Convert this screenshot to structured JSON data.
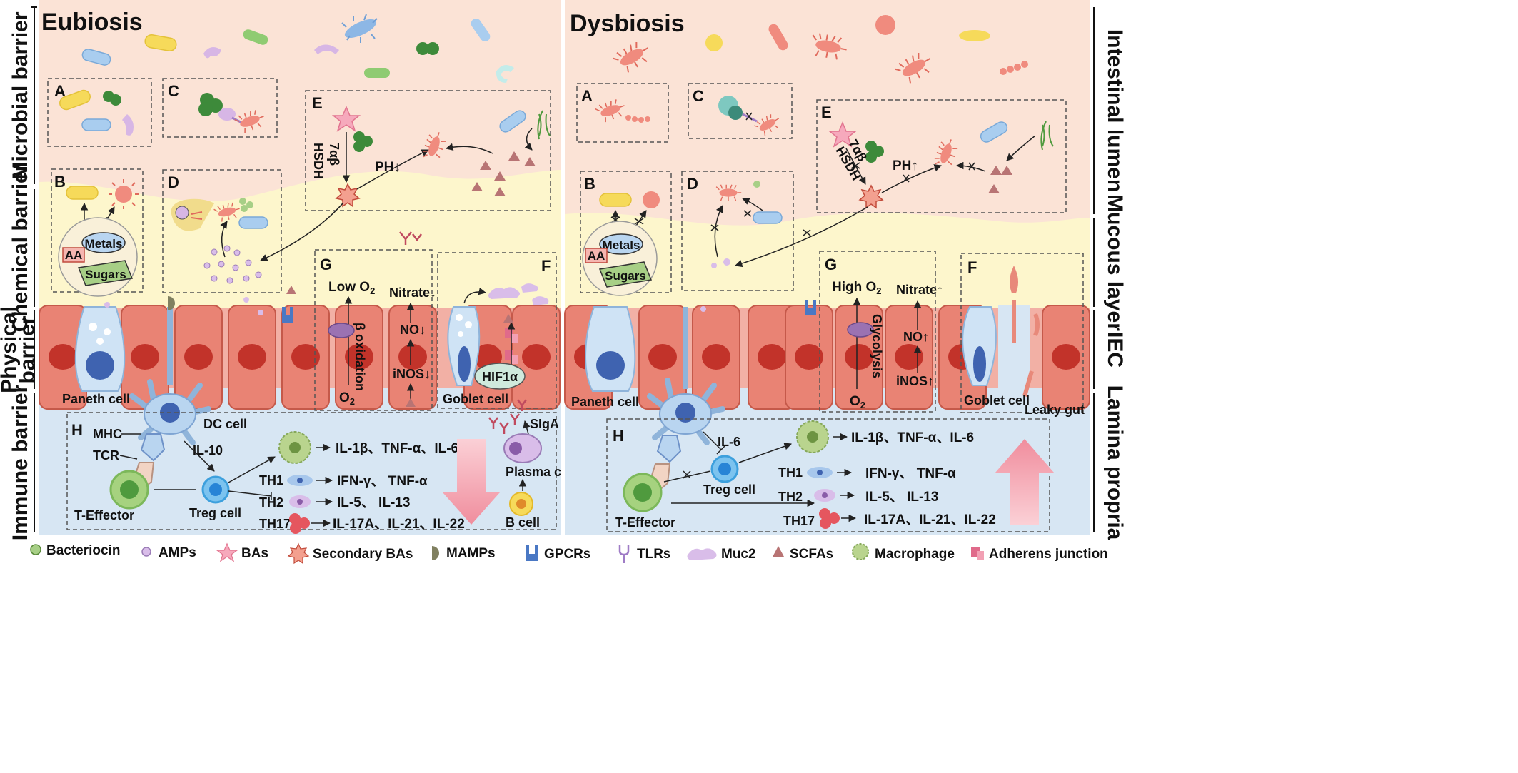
{
  "left_panel": {
    "title": "Eubiosis",
    "box_letters": {
      "A": "A",
      "B": "B",
      "C": "C",
      "D": "D",
      "E": "E",
      "F": "F",
      "G": "G",
      "H": "H"
    },
    "b_items": {
      "metals": "Metals",
      "aa": "AA",
      "sugars": "Sugars"
    },
    "e_enzyme_1": "7αβ",
    "e_enzyme_2": "HSDH",
    "e_ph": "PH↓",
    "g_low_o2": "Low O",
    "g_o2": "O",
    "g_sub": "2",
    "g_beta": "β oxidation",
    "g_nitrate": "Nitrate↓",
    "g_no": "NO↓",
    "g_inos": "iNOS↓",
    "f_hif": "HIF1α",
    "goblet": "Goblet cell",
    "paneth": "Paneth cell",
    "dc": "DC cell",
    "mhc": "MHC",
    "tcr": "TCR",
    "il10": "IL-10",
    "teff": "T-Effector",
    "treg": "Treg cell",
    "mac_out": "IL-1β、TNF-α、IL-6",
    "th1": "TH1",
    "th1_out": "IFN-γ、 TNF-α",
    "th2": "TH2",
    "th2_out": "IL-5、 IL-13",
    "th17": "TH17",
    "th17_out": "IL-17A、IL-21、IL-22",
    "sigA": "SIgA",
    "plasma": "Plasma cell",
    "bcell": "B cell"
  },
  "right_panel": {
    "title": "Dysbiosis",
    "e_ph": "PH↑",
    "g_high_o2": "High O",
    "g_glycolysis": "Glycolysis",
    "g_nitrate": "Nitrate↑",
    "g_no": "NO↑",
    "g_inos": "iNOS↑",
    "goblet": "Goblet cell",
    "leaky": "Leaky gut",
    "paneth": "Paneth cell",
    "il6": "IL-6",
    "treg": "Treg cell",
    "teff": "T-Effector",
    "mac_out": "IL-1β、TNF-α、IL-6",
    "th1_out": "IFN-γ、 TNF-α",
    "th2_out": "IL-5、 IL-13",
    "th17_out": "IL-17A、IL-21、IL-22"
  },
  "left_side_labels": {
    "microbial": "Microbial barrier",
    "chemical": "Chemical barrier",
    "physical_1": "Physical",
    "physical_2": "barrier",
    "immune": "Immune barrier"
  },
  "right_side_labels": {
    "lumen": "Intestinal lumen",
    "mucous": "Mucous layer",
    "iec": "IEC",
    "lamina": "Lamina propria"
  },
  "legend": [
    {
      "label": "Bacteriocin",
      "icon": "bacteriocin-icon"
    },
    {
      "label": "AMPs",
      "icon": "amp-icon"
    },
    {
      "label": "BAs",
      "icon": "ba-star-icon"
    },
    {
      "label": "Secondary BAs",
      "icon": "secondary-ba-icon"
    },
    {
      "label": "MAMPs",
      "icon": "mamp-icon"
    },
    {
      "label": "GPCRs",
      "icon": "gpcr-icon"
    },
    {
      "label": "TLRs",
      "icon": "tlr-icon"
    },
    {
      "label": "Muc2",
      "icon": "muc2-icon"
    },
    {
      "label": "SCFAs",
      "icon": "scfa-icon"
    },
    {
      "label": "Macrophage",
      "icon": "macrophage-icon"
    },
    {
      "label": "Adherens junction",
      "icon": "adherens-junction-icon"
    }
  ],
  "colors": {
    "lumen": "#fbe3d6",
    "mucus": "#fdf7cf",
    "epithelium": "#e57f6e",
    "lamina": "#d8e6f3",
    "nucleus": "#c2332a",
    "arrow_pink": "#f4a4b0"
  }
}
